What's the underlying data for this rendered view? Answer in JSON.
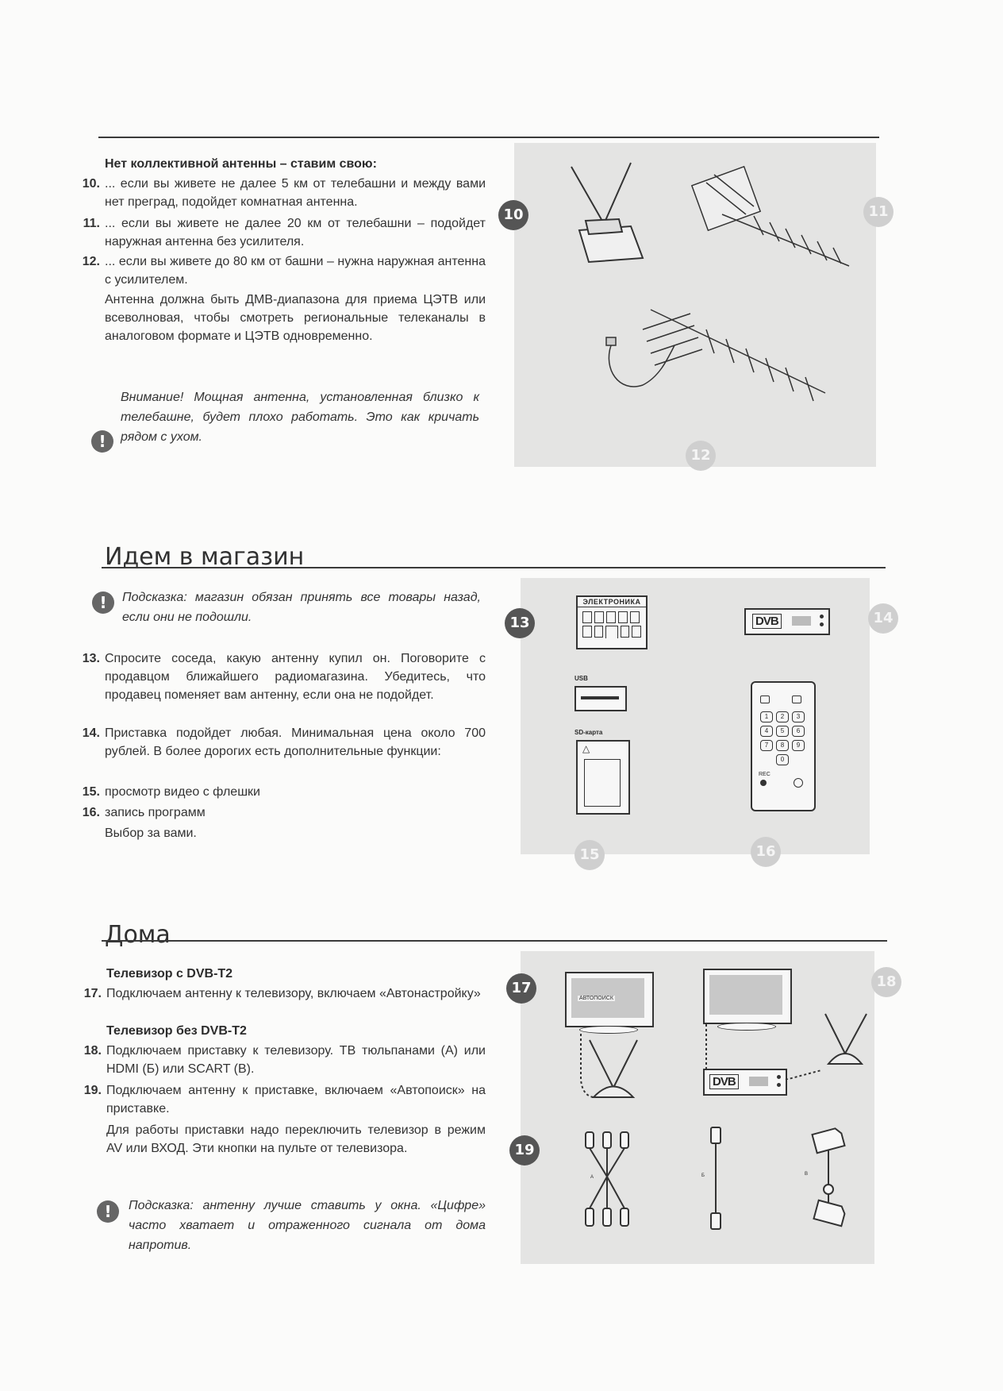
{
  "section1": {
    "subhead": "Нет коллективной антенны – ставим свою:",
    "items": [
      {
        "num": "10.",
        "text": "... если вы живете не далее 5 км от телебашни и между вами нет преград, подойдет комнатная антенна."
      },
      {
        "num": "11.",
        "text": "... если вы живете не далее 20 км от телебашни – подойдет наружная антенна без усилителя."
      },
      {
        "num": "12.",
        "text": "... если вы живете до 80 км от башни – нужна наружная антенна с усилителем."
      }
    ],
    "paragraph": "Антенна должна быть ДМВ-диапазона для приема ЦЭТВ или всеволновая, чтобы смотреть региональные телеканалы в аналоговом формате и ЦЭТВ одновременно.",
    "warning": "Внимание! Мощная антенна, установленная близко к телебашне, будет плохо работать. Это как кричать рядом с ухом.",
    "badges": [
      "10",
      "11",
      "12"
    ]
  },
  "section2": {
    "title": "Идем в магазин",
    "hint": "Подсказка: магазин обязан принять все товары назад, если они не подошли.",
    "items": [
      {
        "num": "13.",
        "text": "Спросите соседа, какую антенну купил он. Поговорите с продавцом ближайшего радиомагазина. Убедитесь, что продавец поменяет вам антенну, если она не подойдет."
      },
      {
        "num": "14.",
        "text": "Приставка подойдет любая. Минимальная цена около 700 рублей. В более дорогих есть дополнительные функции:"
      },
      {
        "num": "15.",
        "text": "просмотр видео с флешки"
      },
      {
        "num": "16.",
        "text": "запись программ"
      }
    ],
    "closing": "Выбор за вами.",
    "badges": [
      "13",
      "14",
      "15",
      "16"
    ],
    "store_sign": "ЭЛЕКТРОНИКА",
    "usb_label": "USB",
    "sd_label": "SD-карта",
    "dvb_label": "DVB",
    "remote_rec": "REC",
    "remote_keys": [
      "1",
      "2",
      "3",
      "4",
      "5",
      "6",
      "7",
      "8",
      "9",
      "0"
    ]
  },
  "section3": {
    "title": "Дома",
    "subhead1": "Телевизор с DVB-T2",
    "items1": [
      {
        "num": "17.",
        "text": "Подключаем антенну к телевизору, включаем «Автонастройку»"
      }
    ],
    "subhead2": "Телевизор без DVB-T2",
    "items2": [
      {
        "num": "18.",
        "text": "Подключаем приставку к телевизору. ТВ тюльпанами (А) или HDMI (Б) или SCART (В)."
      },
      {
        "num": "19.",
        "text": "Подключаем антенну к приставке, включаем «Автопоиск» на приставке."
      }
    ],
    "paragraph": "Для работы приставки надо переключить телевизор в режим AV или ВХОД. Эти кнопки на пульте от телевизора.",
    "hint": "Подсказка: антенну лучше ставить у окна. «Цифре» часто хватает и отраженного сигнала от дома напротив.",
    "badges": [
      "17",
      "18",
      "19"
    ],
    "tv_screen_text": "АВТОПОИСК",
    "dvb_label": "DVB",
    "cable_labels": [
      "А",
      "Б",
      "В"
    ]
  }
}
